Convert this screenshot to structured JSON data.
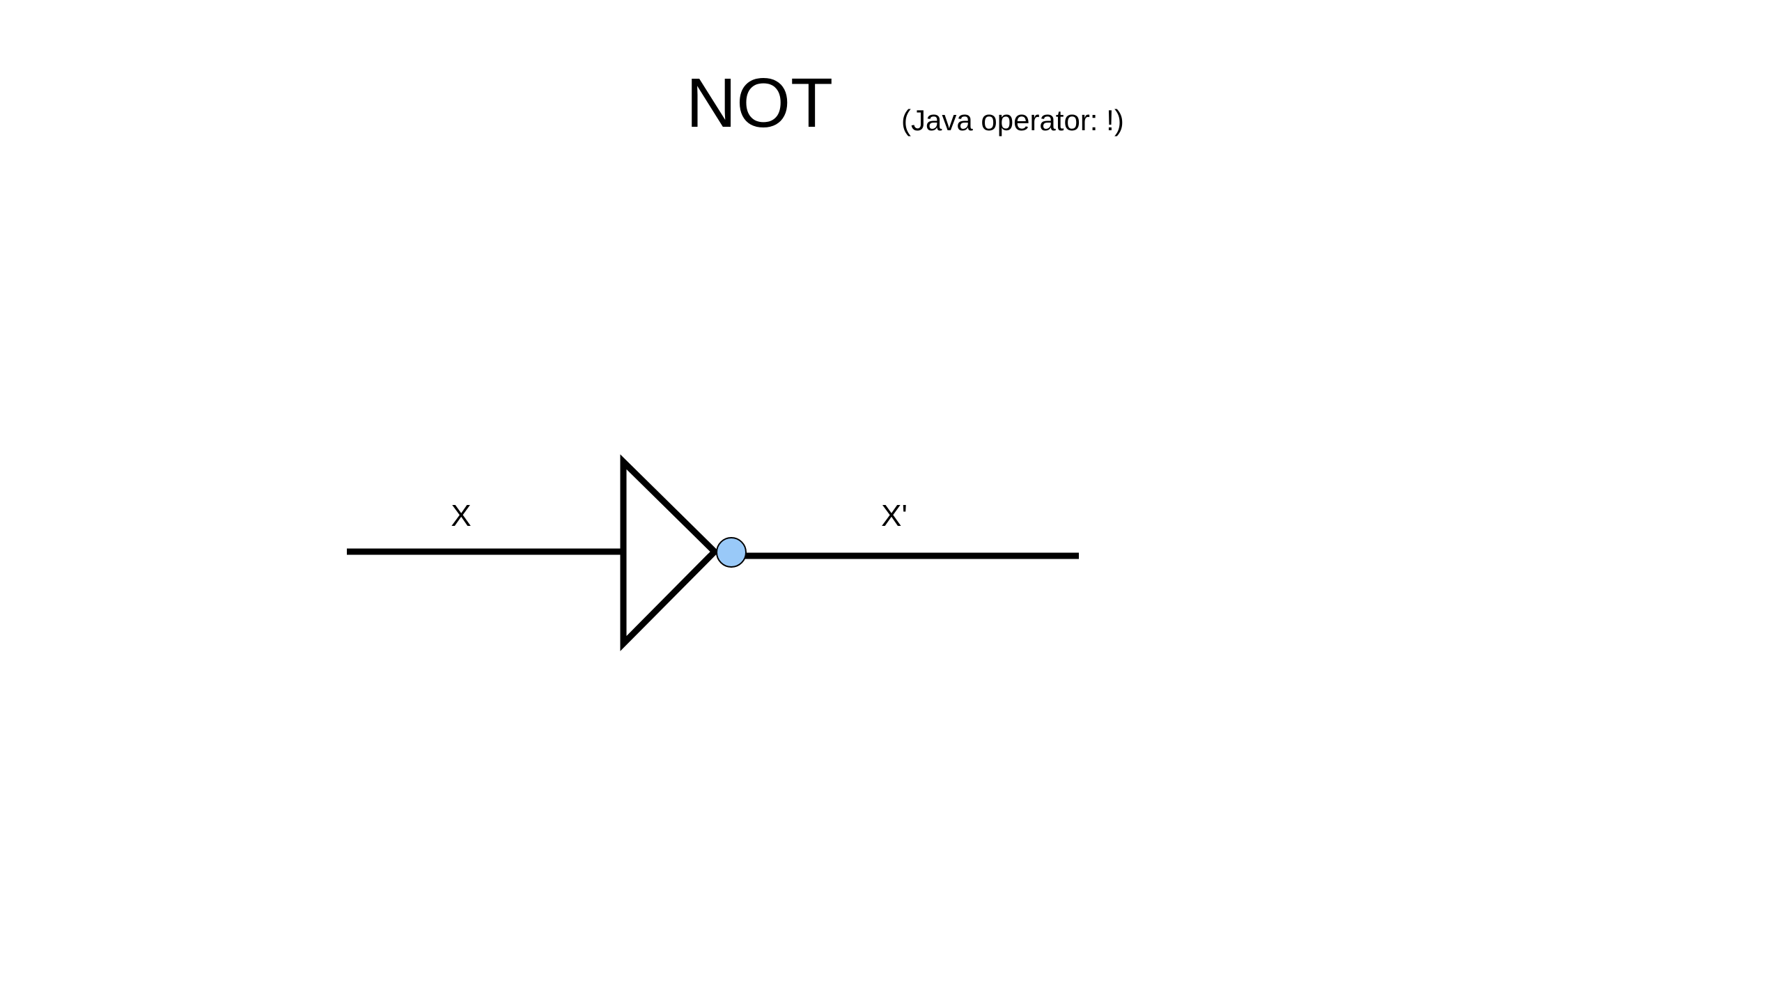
{
  "header": {
    "title": "NOT",
    "subtitle": "(Java operator:  !)"
  },
  "gate": {
    "type": "NOT",
    "input_label": "X",
    "output_label": "X'",
    "bubble_color": "#99c9f8",
    "line_color": "#000000"
  }
}
